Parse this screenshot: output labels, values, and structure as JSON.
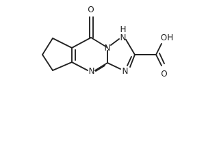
{
  "structure": {
    "atom_labels": {
      "ketone_oxygen": "O",
      "nh": "H",
      "nh_n": "N",
      "n_bridge": "N",
      "n_ring_bottom": "N",
      "n_triazole_bottom": "N",
      "acid_hydroxyl": "OH",
      "acid_carbonyl_oxygen": "O"
    }
  }
}
